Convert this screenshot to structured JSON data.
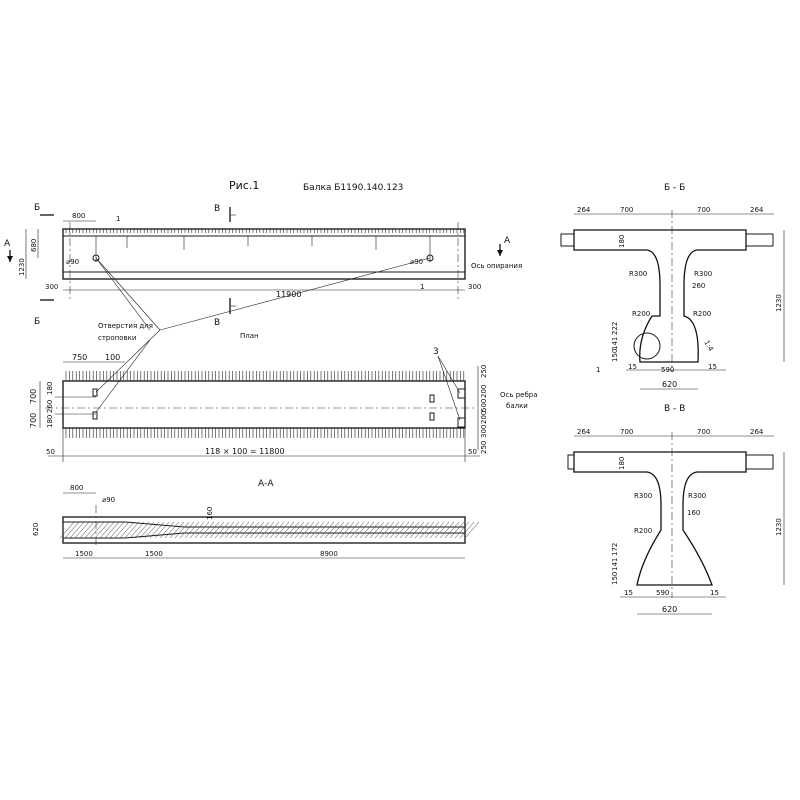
{
  "title": {
    "fig": "Рис.1",
    "beam": "Балка Б1190.140.123"
  },
  "labels": {
    "sec_B": "Б",
    "sec_V": "В",
    "sec_A": "А",
    "plan": "План",
    "holes_line1": "Отверстия для",
    "holes_line2": "строповки",
    "support_axis": "Ось опирания",
    "rib_axis_1": "Ось ребра",
    "rib_axis_2": "балки",
    "section_AA": "А-А",
    "section_BB": "Б - Б",
    "section_VV": "В - В",
    "mark_1": "1",
    "mark_3": "3"
  },
  "elevation_dims": {
    "d800": "800",
    "d680": "680",
    "d1230": "1230",
    "d90a": "⌀90",
    "d90b": "⌀90",
    "d300a": "300",
    "d300b": "300",
    "d11900": "11900"
  },
  "plan_dims": {
    "d750": "750",
    "d100": "100",
    "d700a": "700",
    "d700b": "700",
    "d180a": "180",
    "d260": "260",
    "d180b": "180",
    "d250a": "250",
    "d200a": "200",
    "d500": "500",
    "d200b": "200",
    "d300": "300",
    "d250b": "250",
    "d50a": "50",
    "d50b": "50",
    "d11800": "118 × 100 = 11800"
  },
  "section_aa_dims": {
    "d800": "800",
    "d90": "⌀90",
    "d160": "160",
    "d620": "620",
    "d1500a": "1500",
    "d1500b": "1500",
    "d8900": "8900"
  },
  "section_bb_dims": {
    "d264a": "264",
    "d700a": "700",
    "d700b": "700",
    "d264b": "264",
    "d180": "180",
    "r300a": "R300",
    "r300b": "R300",
    "d260": "260",
    "r200a": "R200",
    "r200b": "R200",
    "d1230": "1230",
    "d222": "222",
    "d141": "141",
    "d150": "150",
    "d15a": "15",
    "d590": "590",
    "d15b": "15",
    "d620": "620",
    "slope": "1:4"
  },
  "section_vv_dims": {
    "d264a": "264",
    "d700a": "700",
    "d700b": "700",
    "d264b": "264",
    "d180": "180",
    "r300a": "R300",
    "r300b": "R300",
    "d160": "160",
    "r200": "R200",
    "d1230": "1230",
    "d172": "172",
    "d141": "141",
    "d150": "150",
    "d15a": "15",
    "d590": "590",
    "d15b": "15",
    "d620": "620"
  }
}
